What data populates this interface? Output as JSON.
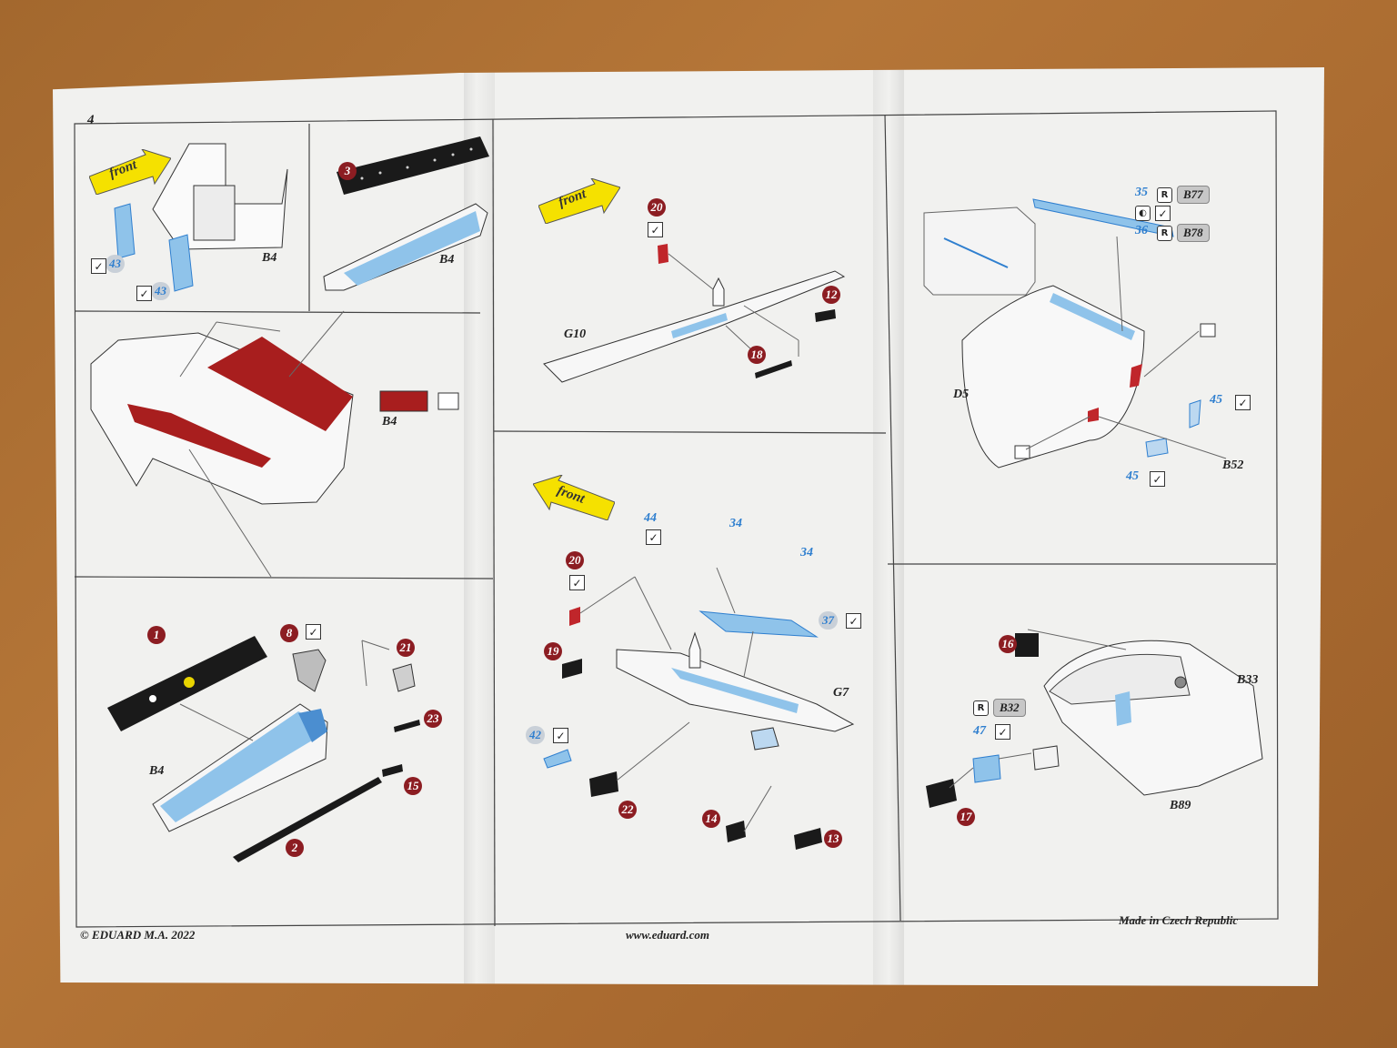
{
  "page": {
    "number": "4"
  },
  "footer": {
    "copyright": "© EDUARD  M.A. 2022",
    "website": "www.eduard.com",
    "origin": "Made in Czech Republic"
  },
  "front_labels": [
    "front",
    "front",
    "front"
  ],
  "part_labels": {
    "b4_a": "B4",
    "b4_b": "B4",
    "b4_c": "B4",
    "b4_d": "B4",
    "g10": "G10",
    "g7": "G7",
    "d5": "D5",
    "b52": "B52",
    "b33": "B33",
    "b89": "B89"
  },
  "steps": [
    "1",
    "2",
    "3",
    "8",
    "12",
    "13",
    "14",
    "15",
    "16",
    "17",
    "18",
    "19",
    "20",
    "20",
    "21",
    "22",
    "23"
  ],
  "blue_parts": {
    "p43a": "43",
    "p43b": "43",
    "p44": "44",
    "p34a": "34",
    "p34b": "34",
    "p37": "37",
    "p42": "42",
    "p35": "35",
    "p36": "36",
    "p45a": "45",
    "p45b": "45",
    "p47": "47"
  },
  "resin_parts": {
    "b77": "B77",
    "b78": "B78",
    "b32": "B32"
  },
  "icons": {
    "check": "check-icon",
    "resin": "resin-icon",
    "paint": "paint-icon"
  },
  "colors": {
    "paper": "#f1f1ef",
    "step_red": "#8c1d22",
    "pe_blue": "#2f7fcf",
    "cockpit_red": "#a81e1e",
    "arrow_yellow": "#f5e100"
  }
}
